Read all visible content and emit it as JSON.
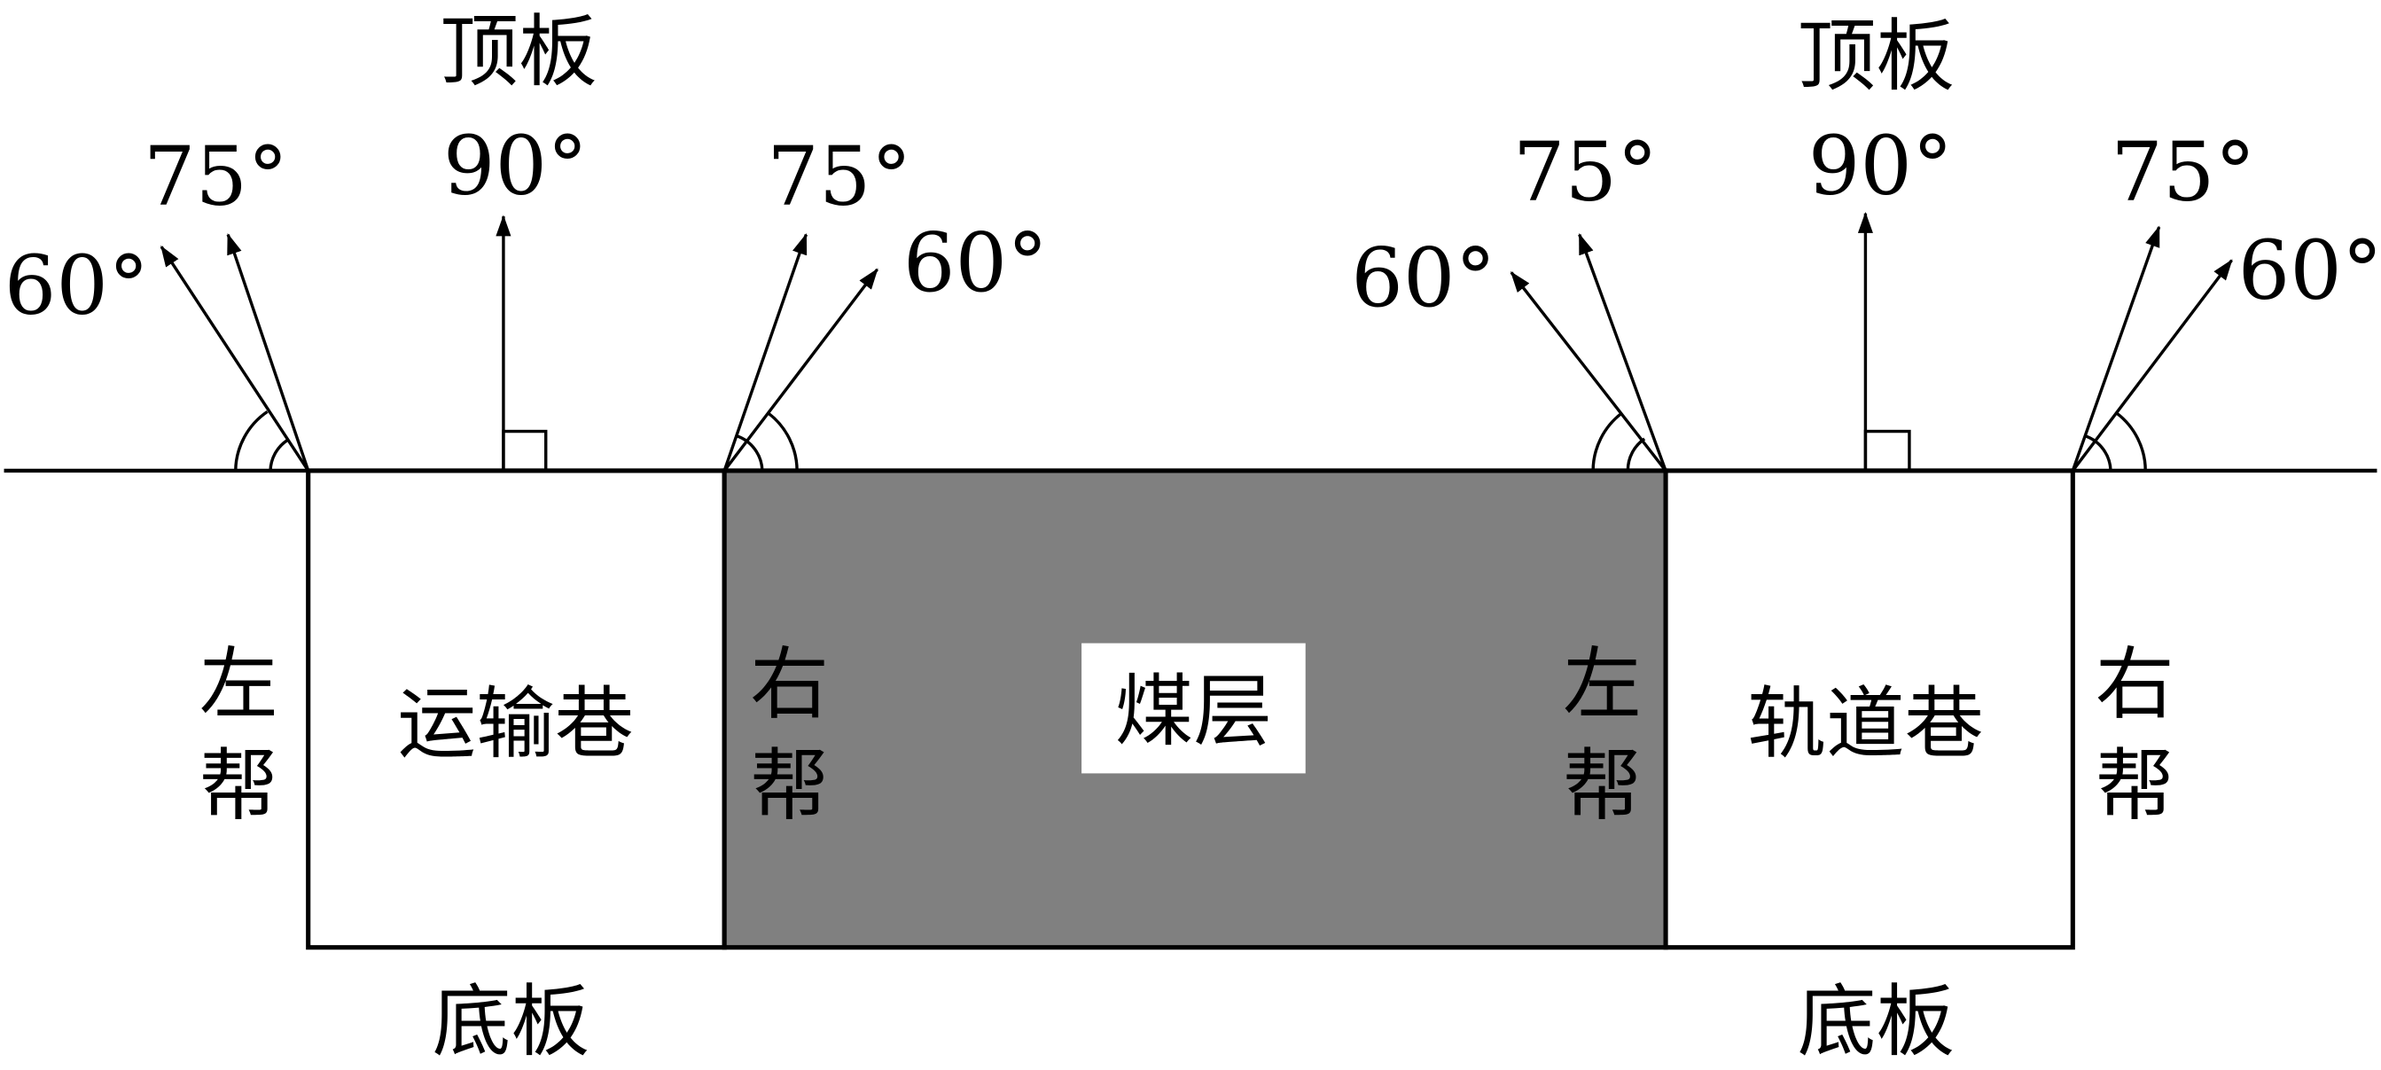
{
  "colors": {
    "coal_seam": "#808080",
    "line": "#000000",
    "background": "#ffffff"
  },
  "left_roadway": {
    "name": "运输巷",
    "roof": "顶板",
    "floor": "底板",
    "left_wall": [
      "左",
      "帮"
    ],
    "right_wall": [
      "右",
      "帮"
    ],
    "angles": {
      "left_60": "60°",
      "left_75": "75°",
      "roof_90": "90°",
      "right_75": "75°",
      "right_60": "60°"
    }
  },
  "coal_seam": {
    "name": "煤层"
  },
  "right_roadway": {
    "name": "轨道巷",
    "roof": "顶板",
    "floor": "底板",
    "left_wall": [
      "左",
      "帮"
    ],
    "right_wall": [
      "右",
      "帮"
    ],
    "angles": {
      "left_60": "60°",
      "left_75": "75°",
      "roof_90": "90°",
      "right_75": "75°",
      "right_60": "60°"
    }
  }
}
